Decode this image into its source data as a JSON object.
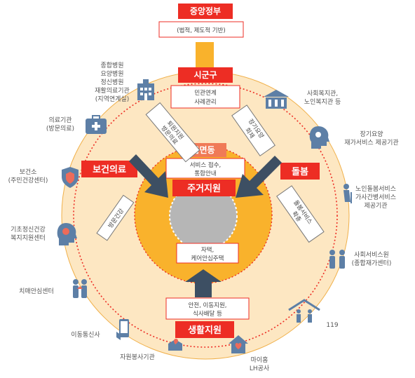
{
  "center": {
    "top_box": {
      "title": "중앙정부",
      "desc": "(법적, 제도적 기반)"
    },
    "county_box": {
      "title": "시군구",
      "desc_line1": "민관연계",
      "desc_line2": "사례관리"
    },
    "town_box": {
      "title": "읍면동",
      "desc_line1": "서비스 접수,",
      "desc_line2": "통합안내"
    },
    "housing_label": "주거지원",
    "housing_desc_line1": "자택,",
    "housing_desc_line2": "케어안심주택"
  },
  "pillars": {
    "health": "보건의료",
    "care": "돌봄",
    "life": "생활지원",
    "life_desc_line1": "안전, 이동지원,",
    "life_desc_line2": "식사배달 등"
  },
  "arrow_labels": {
    "health_top_line1": "퇴원지원",
    "health_top_line2": "방문의료",
    "health_bottom": "방문건강",
    "care_top_line1": "장기요양",
    "care_top_line2": "회재",
    "care_bottom_line1": "돌봄서비스",
    "care_bottom_line2": "확충"
  },
  "orgs": {
    "hospitals": [
      "종합병원",
      "요양병원",
      "정신병원",
      "재활의료기관",
      "(지역연계실)"
    ],
    "clinic": [
      "의료기관",
      "(방문의료)"
    ],
    "health_center": [
      "보건소",
      "(주민건강센터)"
    ],
    "mental_center": [
      "기초정신건강",
      "복지지원센터"
    ],
    "dementia_center": "치매안심센터",
    "mobility": "이동통신사",
    "volunteer": "자원봉사기관",
    "repair": [
      "마이홈",
      "LH공사"
    ],
    "emergency": "119",
    "social_center": [
      "사회서비스원",
      "(종합재가센터)"
    ],
    "elderly_care": [
      "노인돌봄서비스",
      "가사간병서비스",
      "제공기관"
    ],
    "longterm_care": [
      "장기요양",
      "재가서비스 제공기관"
    ],
    "welfare_center": [
      "사회복지관,",
      "노인복지관 등"
    ]
  },
  "colors": {
    "outer_ring": "#fde7c2",
    "mid_ring": "#f9b22c",
    "red_box": "#ed2d24",
    "icon_blue": "#5d7fa6",
    "arrow": "#3d4f63"
  }
}
